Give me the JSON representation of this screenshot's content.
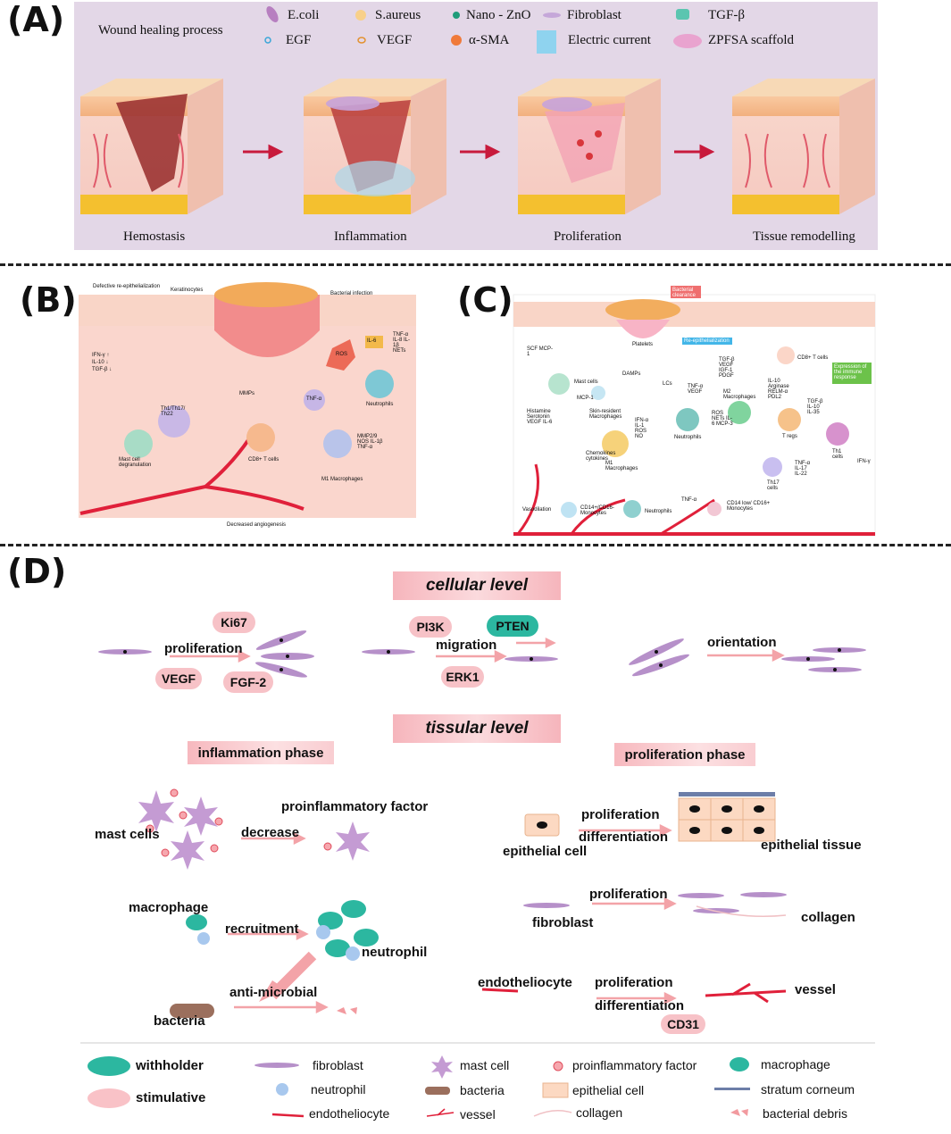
{
  "panels": {
    "a": "(A)",
    "b": "(B)",
    "c": "(C)",
    "d": "(D)"
  },
  "colors": {
    "lavender": "#e2d6e6",
    "pink": "#f7c2c7",
    "teal": "#2cb7a0",
    "arrow": "#c81a3c",
    "vessel": "#e0203a"
  },
  "panel_a": {
    "title": "Wound healing process",
    "legend": [
      {
        "icon": "ecoli-icon",
        "label": "E.coli"
      },
      {
        "icon": "saureus-icon",
        "label": "S.aureus"
      },
      {
        "icon": "nano-zno-icon",
        "label": "Nano - ZnO"
      },
      {
        "icon": "fibroblast-icon",
        "label": "Fibroblast"
      },
      {
        "icon": "tgf-icon",
        "label": "TGF-β"
      },
      {
        "icon": "egf-icon",
        "label": "EGF"
      },
      {
        "icon": "vegf-icon",
        "label": "VEGF"
      },
      {
        "icon": "asma-icon",
        "label": "α-SMA"
      },
      {
        "icon": "electric-icon",
        "label": "Electric current"
      },
      {
        "icon": "scaffold-icon",
        "label": "ZPFSA scaffold"
      }
    ],
    "stages": [
      "Hemostasis",
      "Inflammation",
      "Proliferation",
      "Tissue remodelling"
    ]
  },
  "panel_b": {
    "defective": "Defective re-epithelialization",
    "keratinocytes": "Keratinocytes",
    "bacterial": "Bacterial infection",
    "ifn": "IFN-γ ↑",
    "il10": "IL-10 ↓",
    "tgf": "TGF-β ↓",
    "th": "Th1/Th17/ Th22",
    "mmps": "MMPs",
    "tnf": "TNF-α",
    "ros": "ROS",
    "il6": "IL-6",
    "neut_factors": "TNF-α IL-8 IL-1β NETs",
    "neutrophils": "Neutrophils",
    "mast": "Mast cell degranulation",
    "cd8": "CD8+ T cells",
    "m1_factors": "MMP2/9 NOS IL-1β TNF-α",
    "m1": "M1 Macrophages",
    "angio": "Decreased angiogenesis"
  },
  "panel_c": {
    "bacterial_clearance": "Bacterial clearance",
    "reepi": "Re-epithelialization",
    "expression": "Expression of the immune response",
    "platelets": "Platelets",
    "damps": "DAMPs",
    "scf": "SCF MCP-1",
    "mast": "Mast cells",
    "mcp": "MCP-1",
    "lcs": "LCs",
    "tnf_vegf": "TNF-α VEGF",
    "tgf_group": "TGF-β VEGF IGF-1 PDGF",
    "cd8": "CD8+ T cells",
    "il10_group": "IL-10 Arginase RELM-α PDL2",
    "tgf2_group": "TGF-β IL-10 IL-35",
    "skin_mac": "Skin-resident Macrophages",
    "m1_factors": "IFN-α IL-1 ROS NO",
    "ros_group": "ROS NETs IL-6 MCP-3",
    "m2": "M2 Macrophages",
    "tregs": "T regs",
    "th1": "Th1 cells",
    "ifng": "IFN-γ",
    "histamine": "Histamine Serotonin VEGF IL-6",
    "chemokines": "Chemokines cytokines",
    "m1": "M1 Macrophages",
    "neutrophils": "Neutrophils",
    "th17": "Th17 cells",
    "th17_factors": "TNF-α IL-17 IL-22",
    "vasodilation": "Vasodilation",
    "cd14": "CD14+/CD16- Monocytes",
    "tnfa": "TNF-α",
    "neutrophils2": "Neutrophils",
    "cd14low": "CD14 low/ CD16+ Monocytes"
  },
  "panel_d": {
    "cellular": "cellular level",
    "tissular": "tissular level",
    "ki67": "Ki67",
    "proliferation": "proliferation",
    "vegf": "VEGF",
    "fgf2": "FGF-2",
    "pi3k": "PI3K",
    "pten": "PTEN",
    "migration": "migration",
    "erk1": "ERK1",
    "orientation": "orientation",
    "inflammation_phase": "inflammation phase",
    "proliferation_phase": "proliferation phase",
    "mast_cells": "mast cells",
    "decrease": "decrease",
    "proinflammatory": "proinflammatory factor",
    "macrophage": "macrophage",
    "recruitment": "recruitment",
    "neutrophil": "neutrophil",
    "antimicrobial": "anti-microbial",
    "bacteria": "bacteria",
    "epi_prolif": "proliferation",
    "epi_diff": "differentiation",
    "epithelial_cell": "epithelial cell",
    "epithelial_tissue": "epithelial tissue",
    "fib_prolif": "proliferation",
    "fibroblast": "fibroblast",
    "collagen": "collagen",
    "endotheliocyte": "endotheliocyte",
    "endo_prolif": "proliferation",
    "endo_diff": "differentiation",
    "cd31": "CD31",
    "vessel": "vessel",
    "legend": {
      "withholder": "withholder",
      "stimulative": "stimulative",
      "items": [
        {
          "icon": "fibroblast-icon",
          "label": "fibroblast"
        },
        {
          "icon": "mast-cell-icon",
          "label": "mast cell"
        },
        {
          "icon": "proinflammatory-icon",
          "label": "proinflammatory factor"
        },
        {
          "icon": "macrophage-icon",
          "label": "macrophage"
        },
        {
          "icon": "neutrophil-icon",
          "label": "neutrophil"
        },
        {
          "icon": "bacteria-icon",
          "label": "bacteria"
        },
        {
          "icon": "epithelial-cell-icon",
          "label": "epithelial cell"
        },
        {
          "icon": "stratum-corneum-icon",
          "label": "stratum corneum"
        },
        {
          "icon": "endotheliocyte-icon",
          "label": "endotheliocyte"
        },
        {
          "icon": "vessel-icon",
          "label": "vessel"
        },
        {
          "icon": "collagen-icon",
          "label": "collagen"
        },
        {
          "icon": "bacterial-debris-icon",
          "label": "bacterial debris"
        }
      ]
    }
  }
}
